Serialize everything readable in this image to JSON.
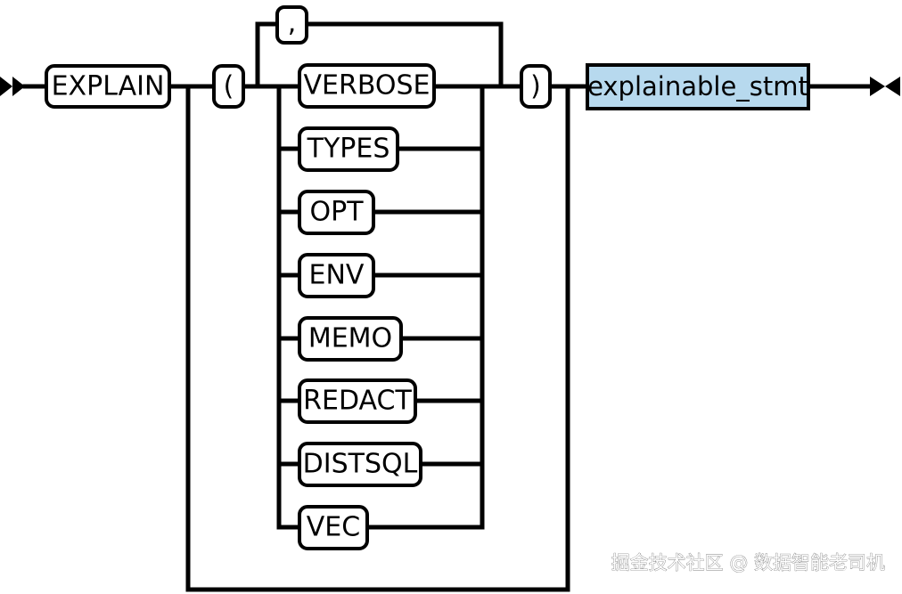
{
  "diagram": {
    "keywords": {
      "explain": "EXPLAIN",
      "open_paren": "(",
      "comma": ",",
      "close_paren": ")"
    },
    "options": [
      "VERBOSE",
      "TYPES",
      "OPT",
      "ENV",
      "MEMO",
      "REDACT",
      "DISTSQL",
      "VEC"
    ],
    "nonterminal": "explainable_stmt",
    "colors": {
      "nonterminal_fill": "#b7d9ee",
      "line": "#000000"
    },
    "icons": {
      "start": "double-arrow-start-icon",
      "end": "bowtie-end-icon"
    }
  },
  "watermark": "掘金技术社区 @ 数据智能老司机"
}
